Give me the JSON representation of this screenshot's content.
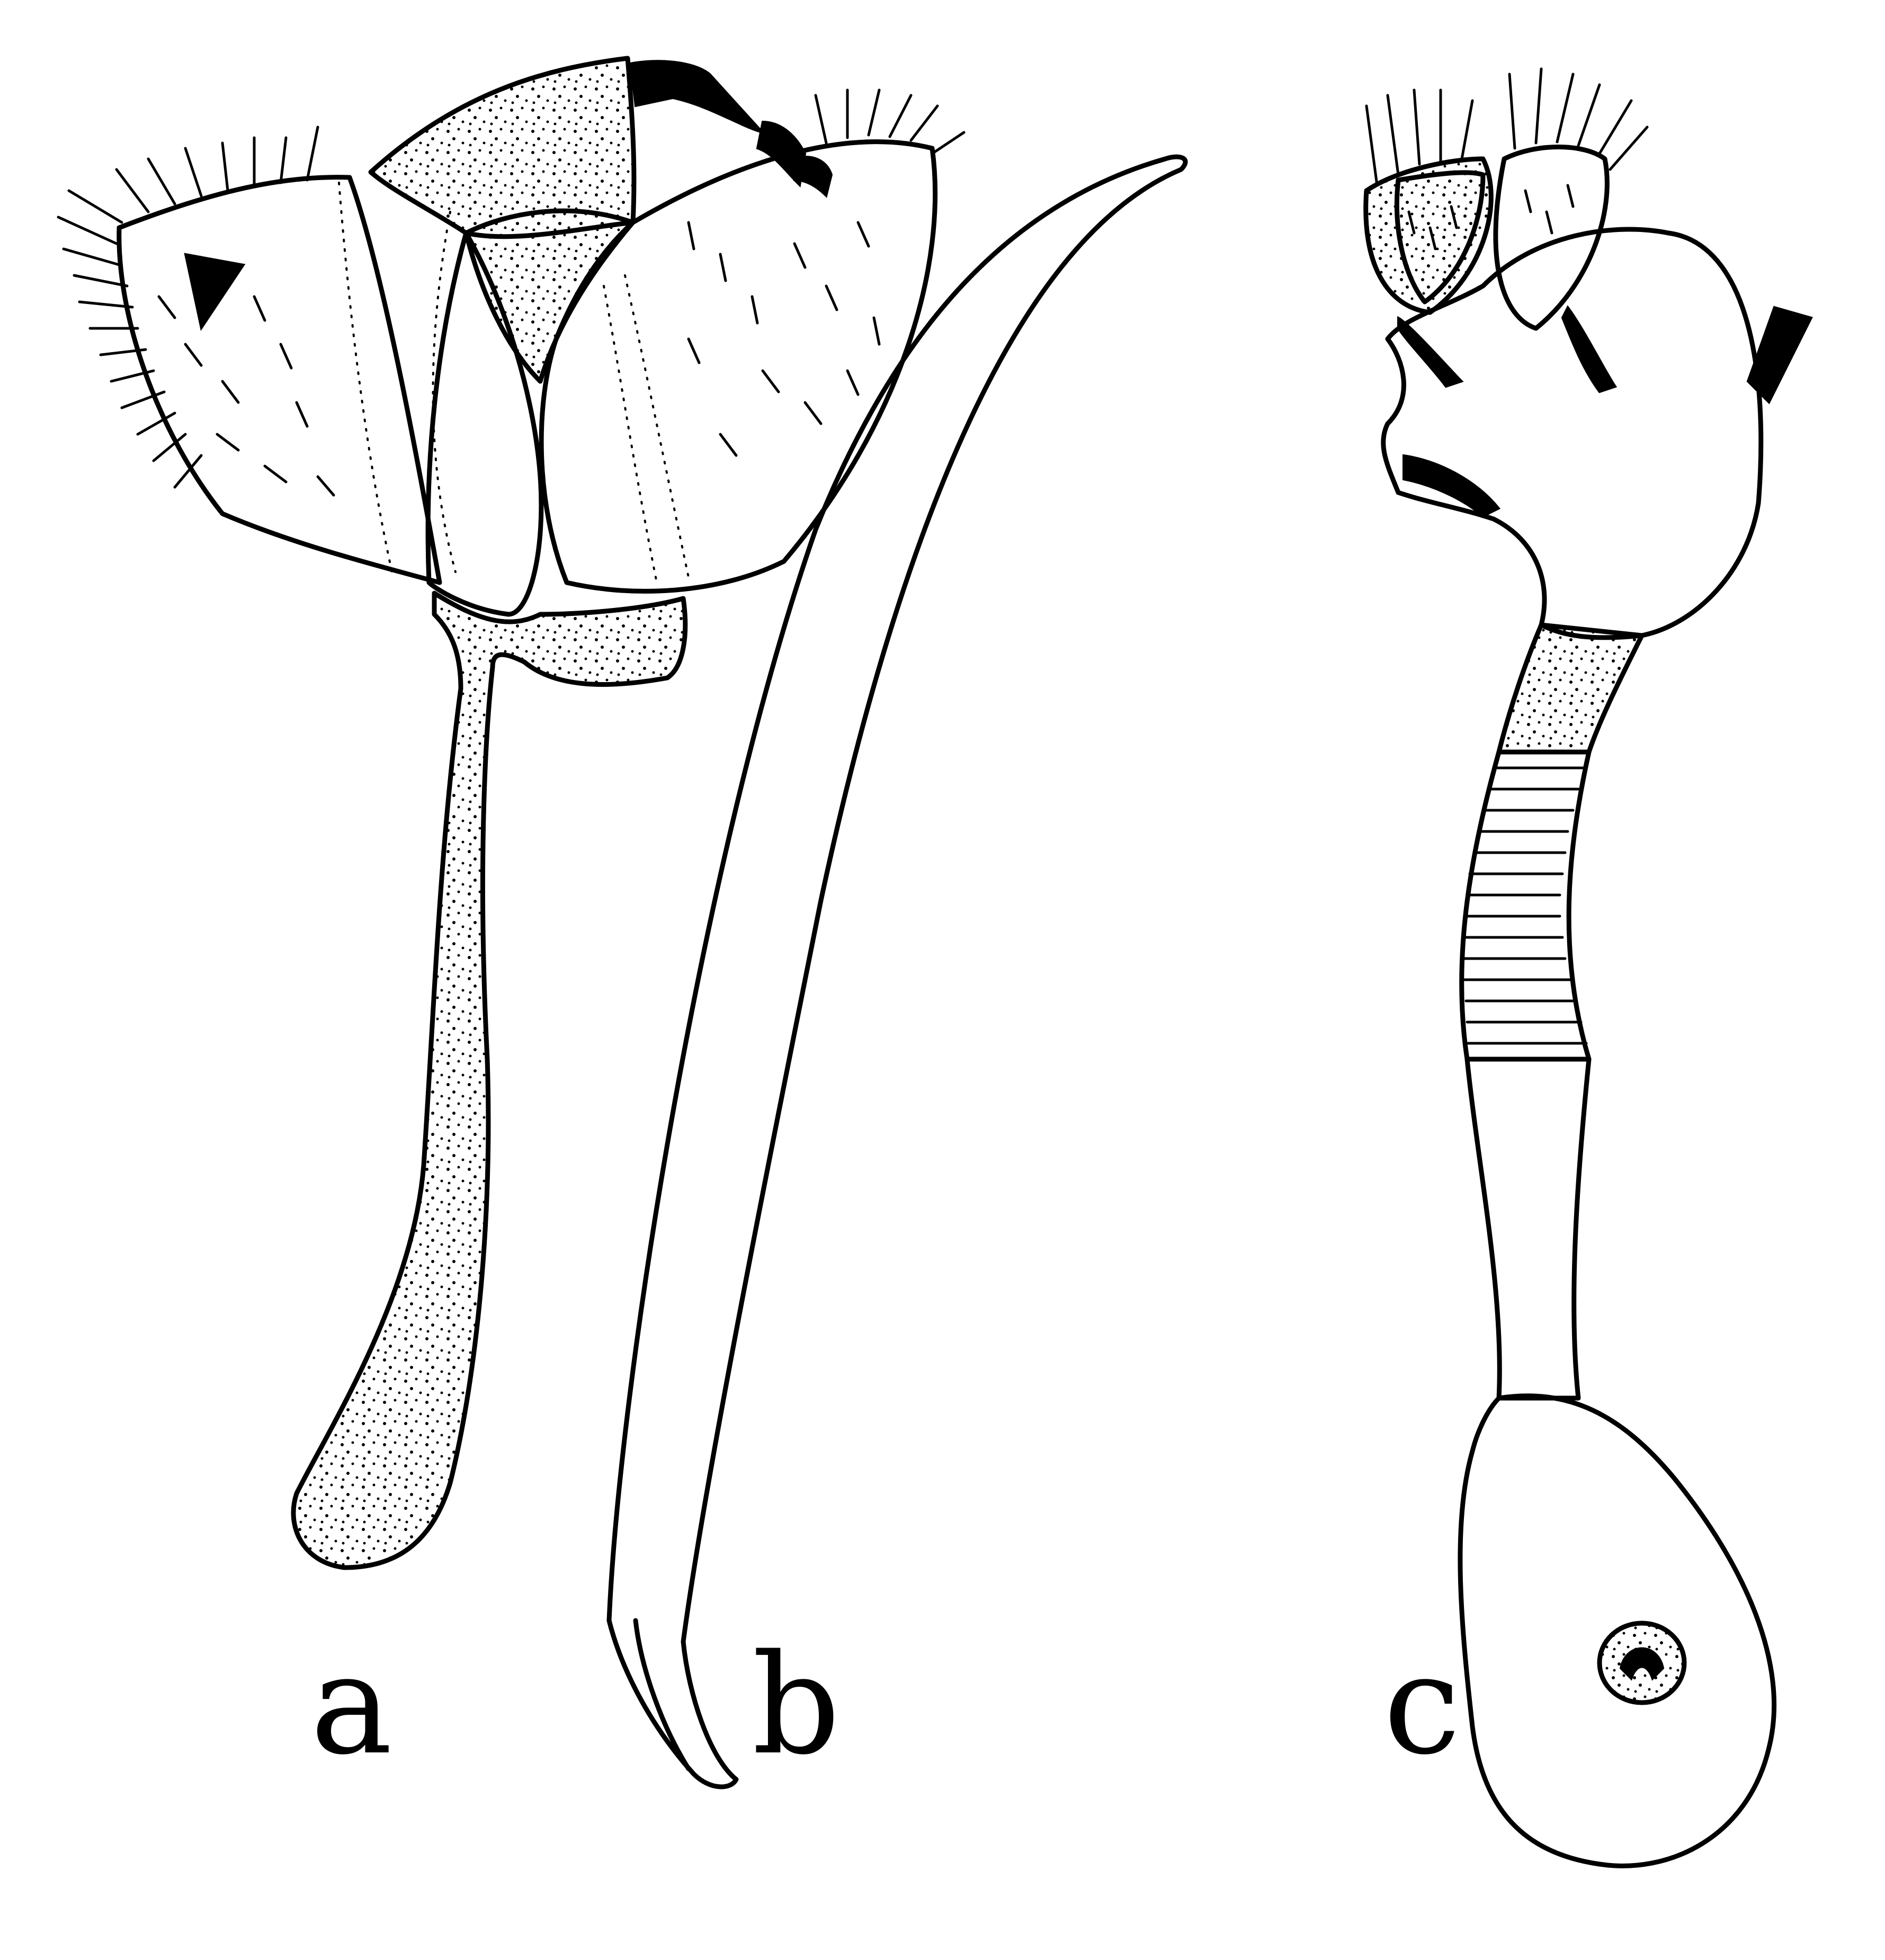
{
  "panels": [
    {
      "id": "a",
      "label": "a"
    },
    {
      "id": "b",
      "label": "b"
    },
    {
      "id": "c",
      "label": "c"
    }
  ],
  "style": {
    "ink": "#000000",
    "background": "#ffffff"
  }
}
